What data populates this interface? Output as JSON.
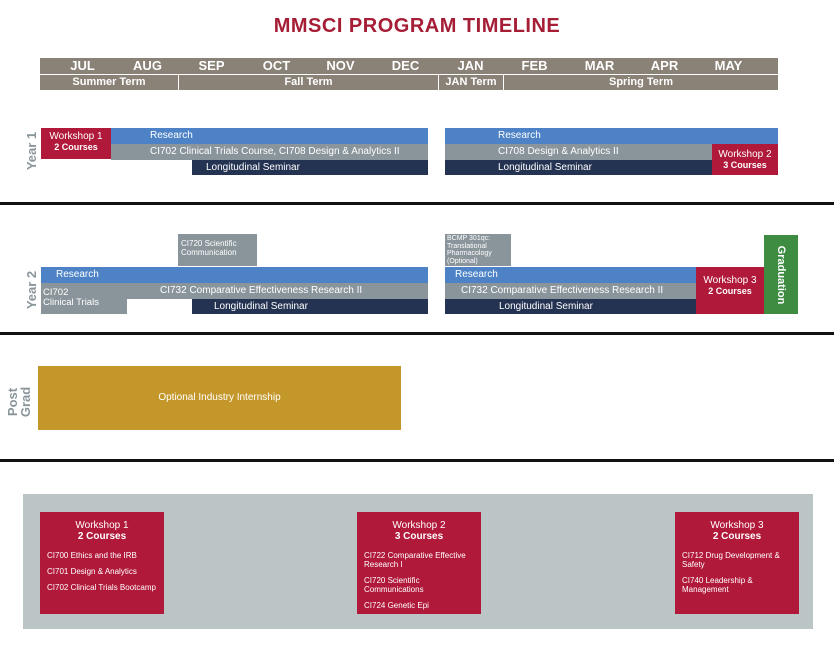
{
  "title": "MMSCI PROGRAM TIMELINE",
  "months": [
    "JUL",
    "AUG",
    "SEP",
    "OCT",
    "NOV",
    "DEC",
    "JAN",
    "FEB",
    "MAR",
    "APR",
    "MAY"
  ],
  "terms": {
    "summer": "Summer Term",
    "fall": "Fall Term",
    "jan": "JAN Term",
    "spring": "Spring Term"
  },
  "year1": {
    "label": "Year 1",
    "workshop_title": "Workshop 1",
    "workshop_courses": "2 Courses",
    "research_a": "Research",
    "courses_a": "CI702 Clinical Trials Course, CI708 Design & Analytics II",
    "seminar_a": "Longitudinal Seminar",
    "research_b": "Research",
    "courses_b": "CI708 Design & Analytics II",
    "seminar_b": "Longitudinal Seminar",
    "workshop2_title": "Workshop 2",
    "workshop2_courses": "3 Courses"
  },
  "year2": {
    "label": "Year 2",
    "comm_line1": "CI720 Scientific",
    "comm_line2": "Communication",
    "bcmp_line1": "BCMP 301qc:",
    "bcmp_line2": "Translational",
    "bcmp_line3": "Pharmacology",
    "bcmp_line4": "(Optional)",
    "research_a": "Research",
    "ci702_line1": "CI702",
    "ci702_line2": "Clinical Trials",
    "courses_a": "CI732 Comparative Effectiveness Research II",
    "seminar_a": "Longitudinal Seminar",
    "research_b": "Research",
    "courses_b": "CI732 Comparative Effectiveness Research II",
    "seminar_b": "Longitudinal Seminar",
    "workshop3_title": "Workshop 3",
    "workshop3_courses": "2 Courses",
    "graduation": "Graduation"
  },
  "postgrad": {
    "label_line1": "Post",
    "label_line2": "Grad",
    "internship": "Optional Industry Internship"
  },
  "workshops": [
    {
      "title": "Workshop 1",
      "courses": "2 Courses",
      "items": [
        "CI700 Ethics and the IRB",
        "CI701 Design & Analytics",
        "CI702 Clinical Trials Bootcamp"
      ]
    },
    {
      "title": "Workshop 2",
      "courses": "3 Courses",
      "items": [
        "CI722 Comparative Effective Research I",
        "CI720 Scientific Communications",
        "CI724 Genetic Epi"
      ]
    },
    {
      "title": "Workshop 3",
      "courses": "2 Courses",
      "items": [
        "CI712 Drug Development & Safety",
        "CI740 Leadership & Management"
      ]
    }
  ],
  "colors": {
    "accent_red": "#b0193a",
    "research_blue": "#4d83c6",
    "course_gray": "#8a959b",
    "seminar_navy": "#243352",
    "graduation_green": "#3e8b42",
    "internship_gold": "#c4972a",
    "header_taupe": "#8a8177",
    "panel_gray": "#bcc5c6"
  }
}
